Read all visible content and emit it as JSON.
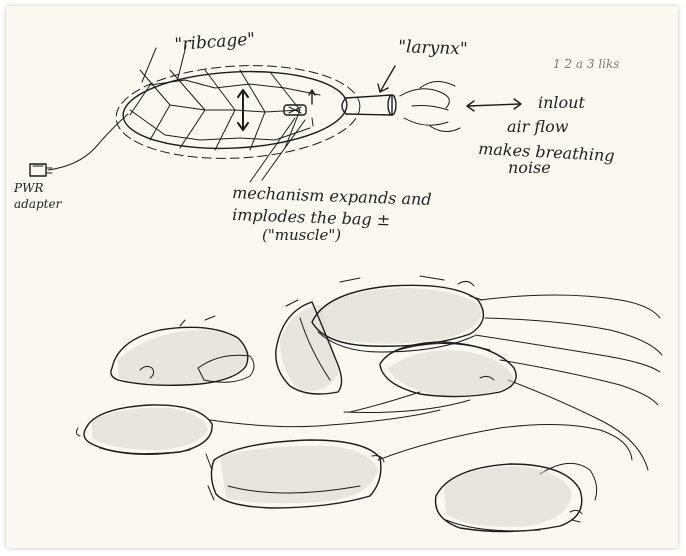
{
  "annotations": {
    "ribcage": "\"ribcage\"",
    "larynx": "\"larynx\"",
    "corner_note": "1 2 a 3 liks",
    "airflow_line1": "inlout",
    "airflow_line2": "air flow",
    "airflow_line3": "makes breathing",
    "airflow_line4": "noise",
    "power_line1": "PWR",
    "power_line2": "adapter",
    "mechanism_line1": "mechanism expands and",
    "mechanism_line2": "implodes the bag ±",
    "mechanism_line3": "(\"muscle\")"
  },
  "colors": {
    "paper": "#fbf8f2",
    "ink": "#1c1c1c",
    "corner_note": "#7a7a7a"
  }
}
